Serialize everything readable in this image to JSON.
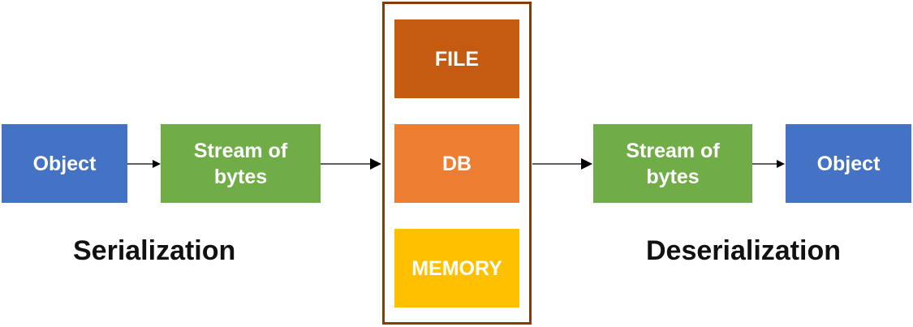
{
  "left": {
    "object_label": "Object",
    "stream_label": "Stream of\nbytes",
    "caption": "Serialization"
  },
  "storage": {
    "file_label": "FILE",
    "db_label": "DB",
    "memory_label": "MEMORY"
  },
  "right": {
    "stream_label": "Stream of\nbytes",
    "object_label": "Object",
    "caption": "Deserialization"
  },
  "colors": {
    "object": "#4472c4",
    "stream": "#70ad47",
    "file": "#c55a11",
    "db": "#ed7d31",
    "memory": "#ffc000",
    "frame": "#843c0c"
  }
}
